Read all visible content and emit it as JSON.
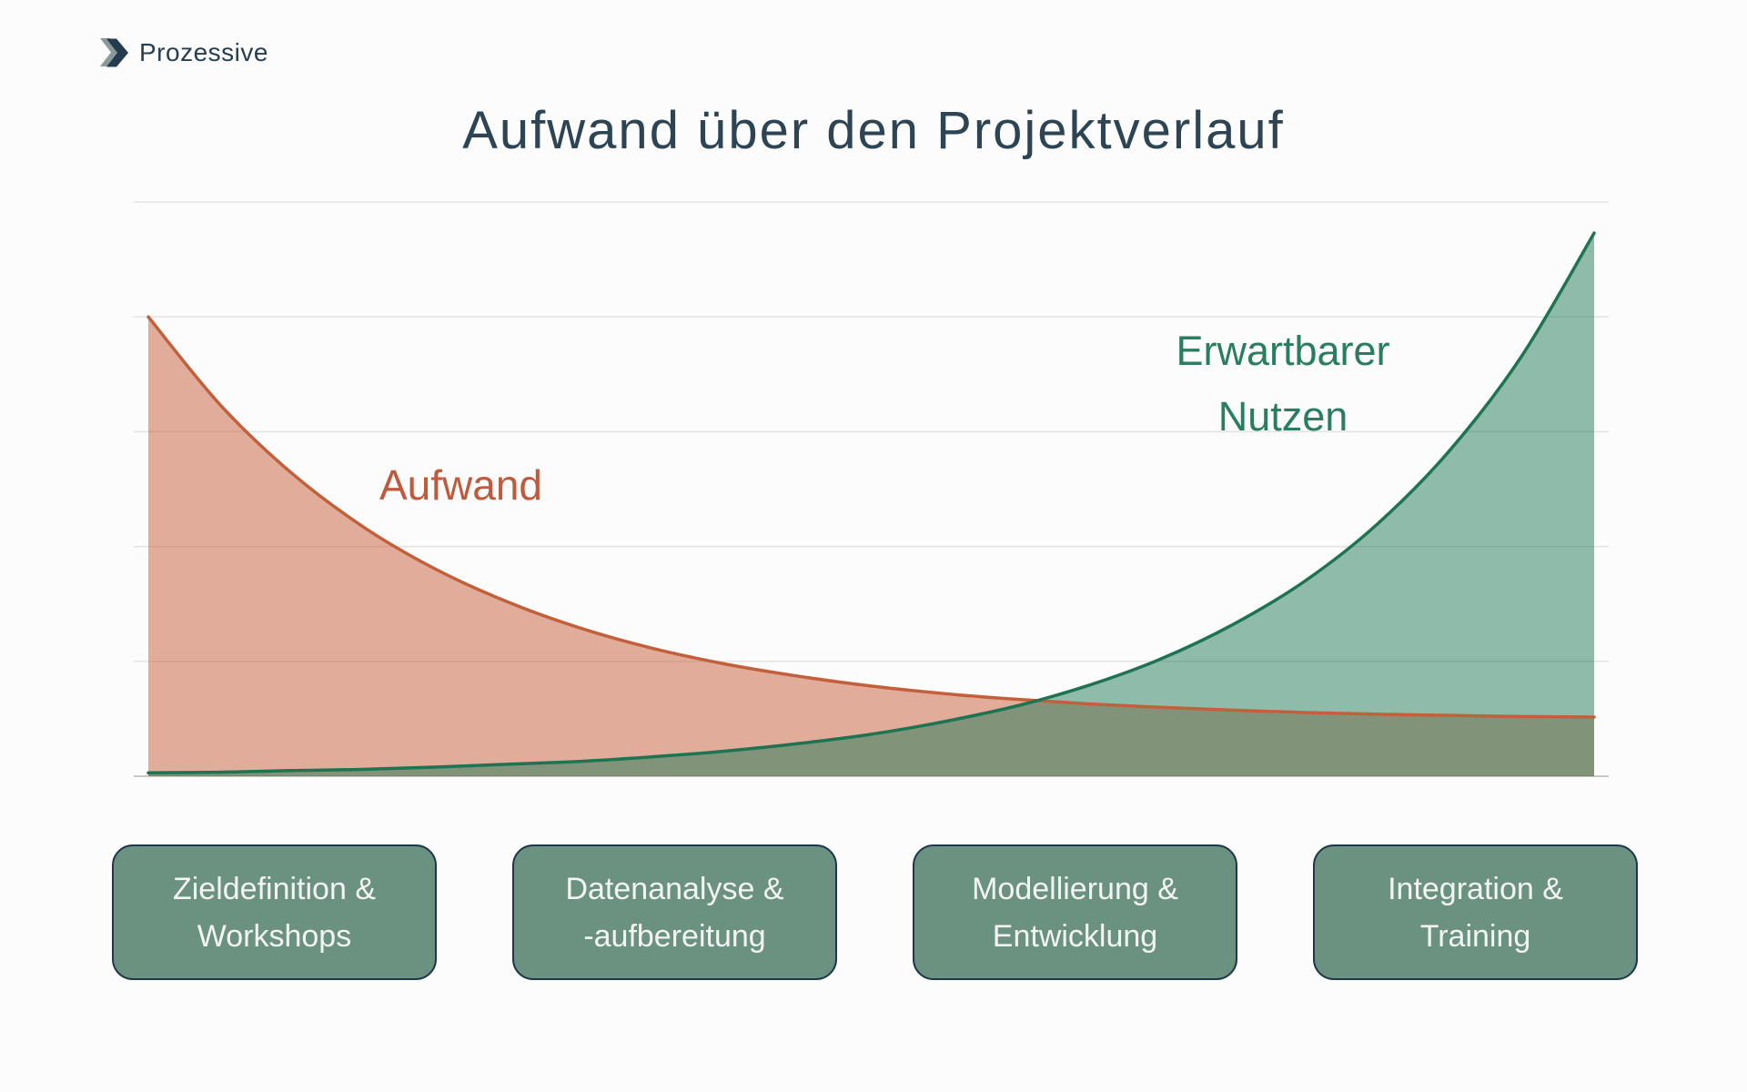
{
  "logo": {
    "text": "Prozessive",
    "icon": "double-chevron-right-icon"
  },
  "title": "Aufwand über den Projektverlauf",
  "chart_data": {
    "type": "area",
    "title": "Aufwand über den Projektverlauf",
    "xlabel": "",
    "ylabel": "",
    "grid": true,
    "legend_position": "inline-annotations",
    "x_range": [
      0,
      1
    ],
    "ylim": [
      0,
      105
    ],
    "y_unit": "relative (0-100, top gridline = 100)",
    "y_gridlines": [
      0,
      20,
      40,
      60,
      80,
      100
    ],
    "gridline_color": "#e3e3e1",
    "baseline_color": "#c9c9c6",
    "x": [
      0,
      0.05,
      0.1,
      0.15,
      0.2,
      0.25,
      0.3,
      0.35,
      0.4,
      0.45,
      0.5,
      0.55,
      0.6,
      0.65,
      0.7,
      0.75,
      0.8,
      0.85,
      0.9,
      0.95,
      1
    ],
    "series": [
      {
        "key": "aufwand",
        "name": "Aufwand",
        "line_color": "#c2603c",
        "fill_color": "rgba(199,92,56,0.5)",
        "label_color": "#c05a3d",
        "values": [
          80,
          64.6,
          52.6,
          43.2,
          35.9,
          30.2,
          25.7,
          22.2,
          19.5,
          17.4,
          15.7,
          14.4,
          13.4,
          12.6,
          12,
          11.5,
          11.1,
          10.8,
          10.6,
          10.4,
          10.3
        ]
      },
      {
        "key": "nutzen",
        "name": "Erwartbarer Nutzen",
        "line_color": "#1e7452",
        "fill_color": "rgba(31,121,87,0.5)",
        "label_color": "#287e5e",
        "values": [
          0.6,
          0.7,
          1,
          1.2,
          1.6,
          2.1,
          2.6,
          3.4,
          4.4,
          5.7,
          7.3,
          9.5,
          12.2,
          15.8,
          20.4,
          26.4,
          34,
          43.9,
          56.7,
          73.2,
          94.6
        ]
      }
    ],
    "annotations": [
      {
        "text": "Aufwand",
        "color": "#c05a3d"
      },
      {
        "text": "Erwartbarer Nutzen",
        "color": "#287e5e"
      }
    ]
  },
  "phases": [
    {
      "lines": [
        "Zieldefinition &",
        "Workshops"
      ]
    },
    {
      "lines": [
        "Datenanalyse &",
        "-aufbereitung"
      ]
    },
    {
      "lines": [
        "Modellierung &",
        "Entwicklung"
      ]
    },
    {
      "lines": [
        "Integration &",
        "Training"
      ]
    }
  ]
}
